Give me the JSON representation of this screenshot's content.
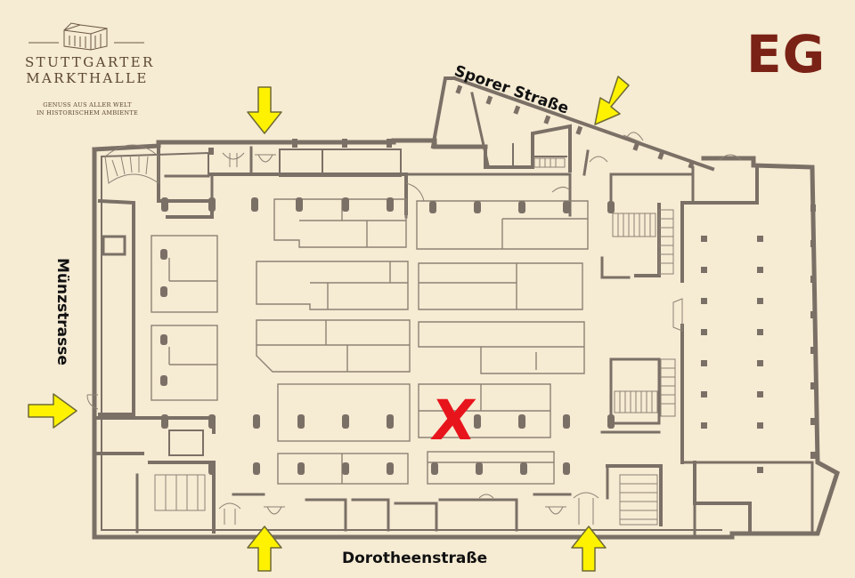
{
  "logo": {
    "name_line1": "STUTTGARTER",
    "name_line2": "MARKTHALLE",
    "tagline_line1": "GENUSS AUS ALLER WELT",
    "tagline_line2": "IN HISTORISCHEM AMBIENTE",
    "building_icon": "market-hall-building-icon"
  },
  "floor_label": "EG",
  "streets": {
    "top": "Sporer Straße",
    "left": "Münzstrasse",
    "bottom": "Dorotheenstraße"
  },
  "entrances": [
    {
      "name": "entrance-arrow-top-left",
      "direction": "down"
    },
    {
      "name": "entrance-arrow-top-right",
      "direction": "down-left"
    },
    {
      "name": "entrance-arrow-left",
      "direction": "right"
    },
    {
      "name": "entrance-arrow-bottom-left",
      "direction": "up"
    },
    {
      "name": "entrance-arrow-bottom-right",
      "direction": "up"
    }
  ],
  "location_marker": {
    "symbol": "X",
    "color": "#e8141c"
  },
  "colors": {
    "background": "#f6ebd3",
    "walls": "#7b7066",
    "arrows": "#fff200",
    "floor_label": "#7a2216",
    "logo_text": "#5b4632"
  }
}
